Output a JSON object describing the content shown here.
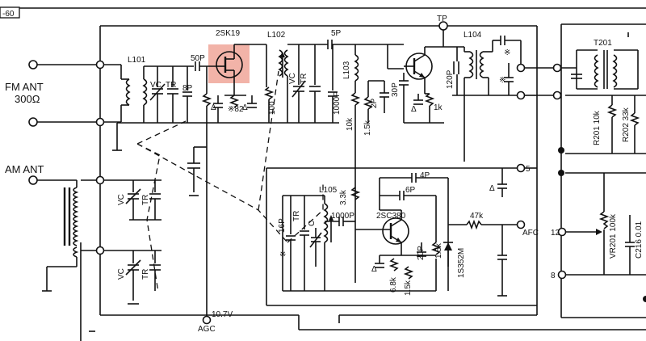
{
  "page_ref": "-60",
  "inputs": {
    "fm_ant": "FM ANT",
    "fm_ohms": "300Ω",
    "am_ant": "AM ANT"
  },
  "highlight_color": "#f2b3a8",
  "components": {
    "fet": "2SK19",
    "l101": "L101",
    "l102": "L102",
    "l103": "L103",
    "l104": "L104",
    "l105": "L105",
    "t201": "T201",
    "tr2": "2SC380",
    "diode": "1S352M",
    "vr201": "VR201 100k",
    "r201": "R201 10k",
    "r202": "R202 33k",
    "c216": "C216 0.01"
  },
  "values": {
    "c_50p": "50P",
    "c_8p": "8P",
    "c_5p": "5P",
    "c_1000p_a": "1000P",
    "c_2p": "2P",
    "c_30p": "30P",
    "c_120p": "120P",
    "r_82": "※82",
    "r_100": "100",
    "r_10k": "10k",
    "r_15k_a": "1.5k",
    "r_1k": "1k",
    "c_4p": "4P",
    "c_6p": "6P",
    "c_16p": "16P",
    "c_1000p_b": "1000P",
    "r_33k": "3.3k",
    "r_47k": "47k",
    "r_68k": "6.8k",
    "r_15k_b": "1.5k",
    "c_20p": "20P",
    "r_15k_c": "1.5k"
  },
  "labels": {
    "tp": "TP",
    "vc": "VC",
    "tr": "TR",
    "c": "C",
    "agc": "AGC",
    "v107": "10.7V",
    "afc": "AFC",
    "star": "※",
    "n5": "5",
    "n12": "12",
    "n8": "8"
  }
}
